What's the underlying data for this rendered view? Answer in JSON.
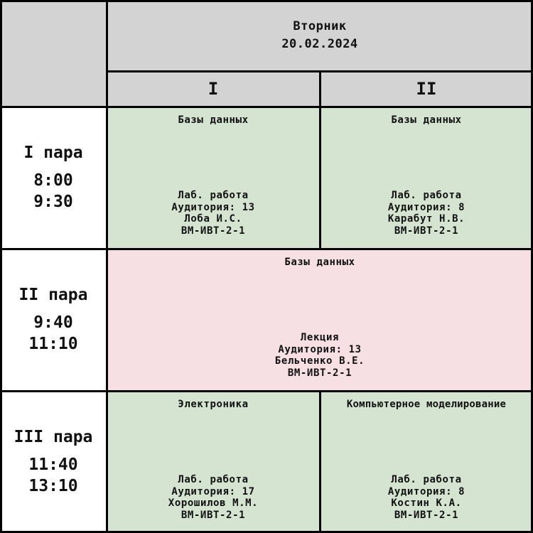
{
  "header": {
    "day": "Вторник",
    "date": "20.02.2024",
    "subgroups": [
      "I",
      "II"
    ]
  },
  "pairs": [
    {
      "label": "I пара",
      "start": "8:00",
      "end": "9:30",
      "lessons": [
        {
          "subject": "Базы данных",
          "type": "Лаб. работа",
          "room": "Аудитория: 13",
          "teacher": "Лоба И.С.",
          "group": "ВМ-ИВТ-2-1"
        },
        {
          "subject": "Базы данных",
          "type": "Лаб. работа",
          "room": "Аудитория: 8",
          "teacher": "Карабут Н.В.",
          "group": "ВМ-ИВТ-2-1"
        }
      ]
    },
    {
      "label": "II пара",
      "start": "9:40",
      "end": "11:10",
      "lessons": [
        {
          "subject": "Базы данных",
          "type": "Лекция",
          "room": "Аудитория: 13",
          "teacher": "Бельченко В.Е.",
          "group": "ВМ-ИВТ-2-1"
        }
      ]
    },
    {
      "label": "III пара",
      "start": "11:40",
      "end": "13:10",
      "lessons": [
        {
          "subject": "Электроника",
          "type": "Лаб. работа",
          "room": "Аудитория: 17",
          "teacher": "Хорошилов М.М.",
          "group": "ВМ-ИВТ-2-1"
        },
        {
          "subject": "Компьютерное моделирование",
          "type": "Лаб. работа",
          "room": "Аудитория: 8",
          "teacher": "Костин К.А.",
          "group": "ВМ-ИВТ-2-1"
        }
      ]
    }
  ],
  "colors": {
    "header": "#d3d3d3",
    "lab": "#d5e3d1",
    "lecture": "#f6e0e3",
    "grid_line": "#000000"
  }
}
